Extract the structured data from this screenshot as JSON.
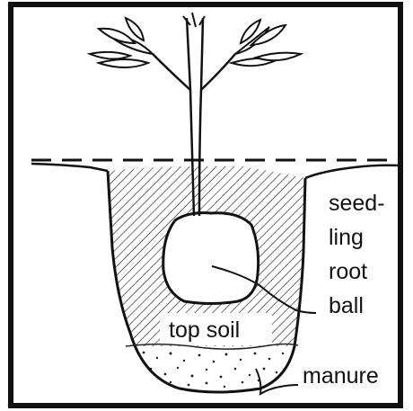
{
  "labels": {
    "seedling_root_ball": [
      "seed-",
      "ling",
      "root",
      "ball"
    ],
    "top_soil": "top soil",
    "manure": "manure"
  },
  "colors": {
    "ink": "#111111",
    "background": "#ffffff"
  }
}
